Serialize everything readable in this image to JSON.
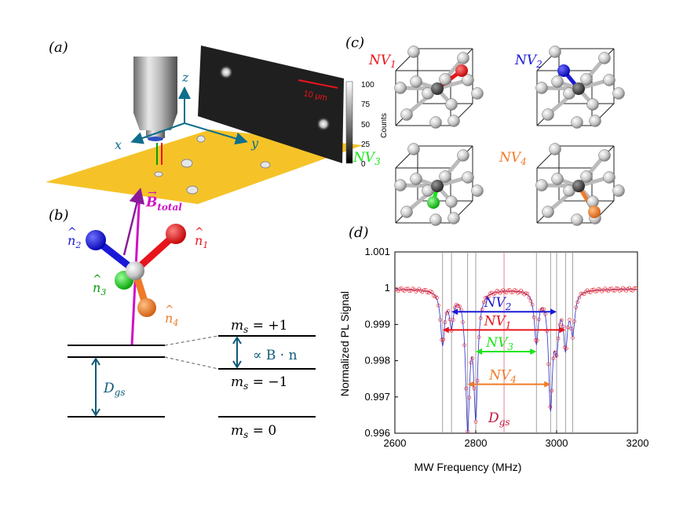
{
  "panels": {
    "a": "(a)",
    "b": "(b)",
    "c": "(c)",
    "d": "(d)"
  },
  "panel_a": {
    "axis_x": "x",
    "axis_y": "y",
    "axis_z": "z",
    "scale_bar": "10 μm",
    "colorbar_label": "Counts",
    "colorbar_ticks": [
      "100",
      "75",
      "50",
      "25",
      "0"
    ],
    "field_label": "B",
    "field_subscript": "total"
  },
  "panel_b": {
    "n1": "n",
    "n1_sub": "1",
    "n2": "n",
    "n2_sub": "2",
    "n3": "n",
    "n3_sub": "3",
    "n4": "n",
    "n4_sub": "4",
    "level_plus": "m",
    "level_plus_sub": "s",
    "level_plus_eq": " = +1",
    "level_minus": "m",
    "level_minus_sub": "s",
    "level_minus_eq": " = −1",
    "level_zero": "m",
    "level_zero_sub": "s",
    "level_zero_eq": " = 0",
    "splitting": "∝ B · n",
    "dgs": "D",
    "dgs_sub": "gs"
  },
  "panel_c": {
    "nv1": "NV",
    "nv1_sub": "1",
    "nv2": "NV",
    "nv2_sub": "2",
    "nv3": "NV",
    "nv3_sub": "3",
    "nv4": "NV",
    "nv4_sub": "4"
  },
  "colors": {
    "nv1": "#e8141c",
    "nv2": "#1a1ad6",
    "nv3": "#19e619",
    "nv4": "#f07a28",
    "dgs": "#c0143c",
    "cyan": "#0f6e8c",
    "surface": "#f5c328",
    "magenta": "#d010c8"
  },
  "chart_data": {
    "type": "line",
    "xlabel": "MW Frequency (MHz)",
    "ylabel": "Normalized PL Signal",
    "xlim": [
      2600,
      3200
    ],
    "ylim": [
      0.996,
      1.001
    ],
    "xticks": [
      "2600",
      "2800",
      "3000",
      "3200"
    ],
    "yticks": [
      "0.996",
      "0.997",
      "0.998",
      "0.999",
      "1",
      "1.001"
    ],
    "dgs_label": "D",
    "dgs_sub": "gs",
    "dgs_freq": 2870,
    "dips": [
      {
        "f": 2718,
        "depth": 0.00145
      },
      {
        "f": 2740,
        "depth": 0.0009
      },
      {
        "f": 2780,
        "depth": 0.00365
      },
      {
        "f": 2800,
        "depth": 0.0033
      },
      {
        "f": 2950,
        "depth": 0.0014
      },
      {
        "f": 2985,
        "depth": 0.0031
      },
      {
        "f": 3000,
        "depth": 0.0013
      },
      {
        "f": 3022,
        "depth": 0.00145
      },
      {
        "f": 3040,
        "depth": 0.0011
      }
    ],
    "transitions": [
      {
        "name": "NV",
        "sub": "2",
        "low": 2740,
        "high": 3000,
        "y": 0.99935,
        "color": "#1a1ad6"
      },
      {
        "name": "NV",
        "sub": "1",
        "low": 2718,
        "high": 3022,
        "y": 0.99885,
        "color": "#e8141c"
      },
      {
        "name": "NV",
        "sub": "3",
        "low": 2800,
        "high": 2950,
        "y": 0.99825,
        "color": "#19e619"
      },
      {
        "name": "NV",
        "sub": "4",
        "low": 2780,
        "high": 2985,
        "y": 0.99735,
        "color": "#f07a28"
      }
    ],
    "vlines": [
      2718,
      2740,
      2780,
      2800,
      2950,
      2985,
      3000,
      3022,
      3040
    ]
  }
}
